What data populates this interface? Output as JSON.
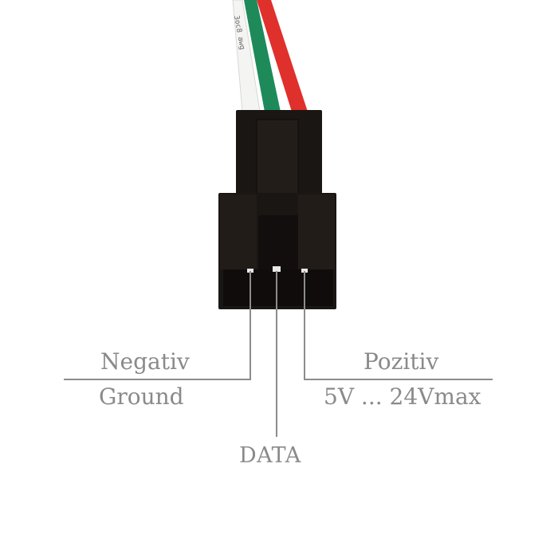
{
  "labels": {
    "negativ": "Negativ",
    "ground": "Ground",
    "pozitiv": "Pozitiv",
    "voltage": "5V ... 24Vmax",
    "data": "DATA"
  },
  "wire_print": "3oc8 awg",
  "colors": {
    "wire_white": "#f4f4f2",
    "wire_green": "#1e8a5a",
    "wire_red": "#e0302b",
    "connector": "#1a1614",
    "pin": "#e8e8e8",
    "leader_line": "#8c8c8c",
    "label_text": "#8a8a8a"
  }
}
